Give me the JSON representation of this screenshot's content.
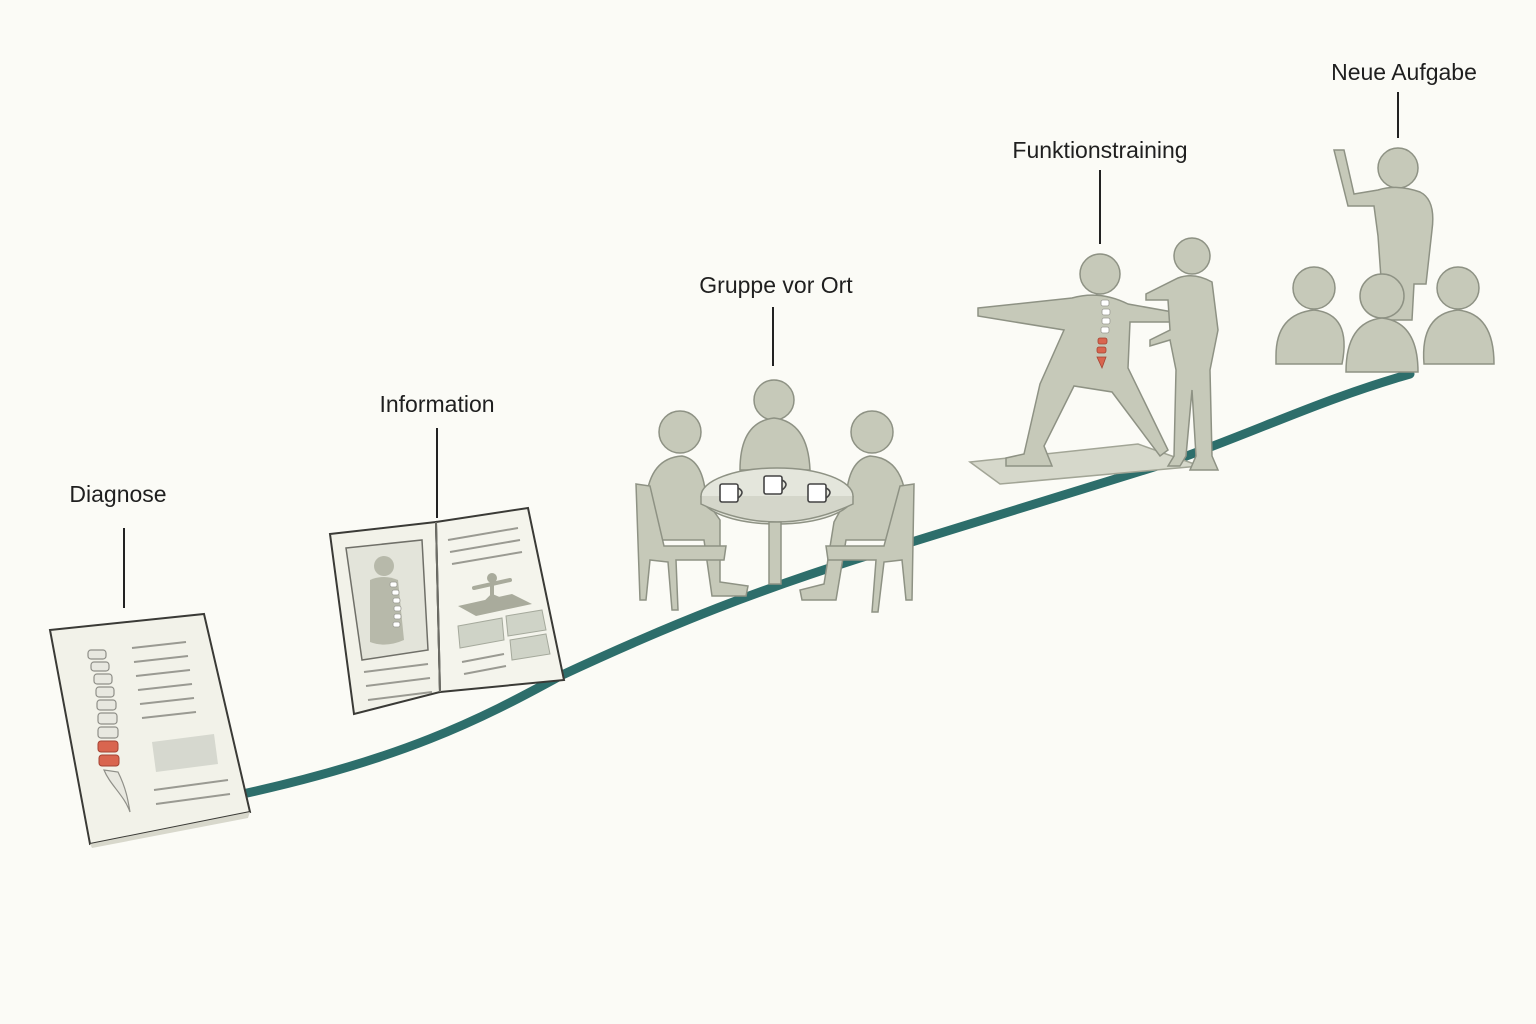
{
  "colors": {
    "path": "#2d6e6b",
    "figure": "#c6c9b9",
    "figure_stroke": "#8e9284",
    "paper": "#f2f2e9",
    "line": "#222222",
    "spine_highlight": "#d9654f",
    "page_lines": "#9a9a92"
  },
  "stages": [
    {
      "id": "diagnose",
      "label": "Diagnose",
      "icon": "spine-report-icon"
    },
    {
      "id": "information",
      "label": "Information",
      "icon": "open-booklet-icon"
    },
    {
      "id": "gruppe",
      "label": "Gruppe vor Ort",
      "icon": "group-table-icon"
    },
    {
      "id": "funktionstraining",
      "label": "Funktionstraining",
      "icon": "therapist-exercise-icon"
    },
    {
      "id": "neue-aufgabe",
      "label": "Neue Aufgabe",
      "icon": "presenter-audience-icon"
    }
  ]
}
